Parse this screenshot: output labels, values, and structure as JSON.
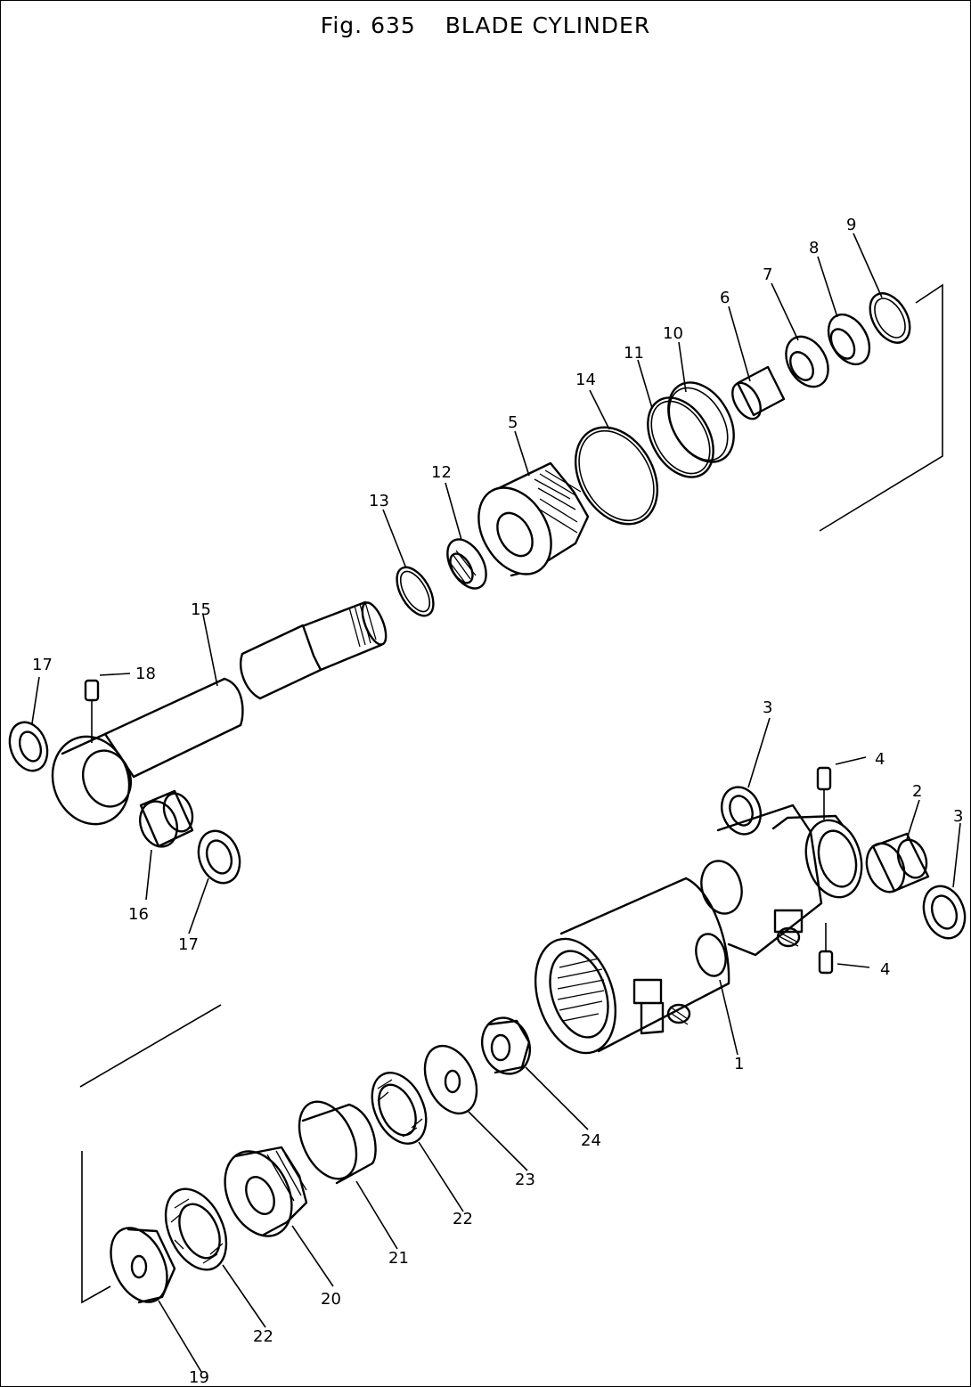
{
  "figure": {
    "prefix": "Fig.",
    "number": "635",
    "title": "BLADE CYLINDER"
  },
  "parts": [
    {
      "no": "1"
    },
    {
      "no": "2"
    },
    {
      "no": "3"
    },
    {
      "no": "4"
    },
    {
      "no": "5"
    },
    {
      "no": "6"
    },
    {
      "no": "7"
    },
    {
      "no": "8"
    },
    {
      "no": "9"
    },
    {
      "no": "10"
    },
    {
      "no": "11"
    },
    {
      "no": "12"
    },
    {
      "no": "13"
    },
    {
      "no": "14"
    },
    {
      "no": "15"
    },
    {
      "no": "16"
    },
    {
      "no": "17"
    },
    {
      "no": "18"
    },
    {
      "no": "19"
    },
    {
      "no": "20"
    },
    {
      "no": "21"
    },
    {
      "no": "22"
    },
    {
      "no": "23"
    },
    {
      "no": "24"
    }
  ]
}
